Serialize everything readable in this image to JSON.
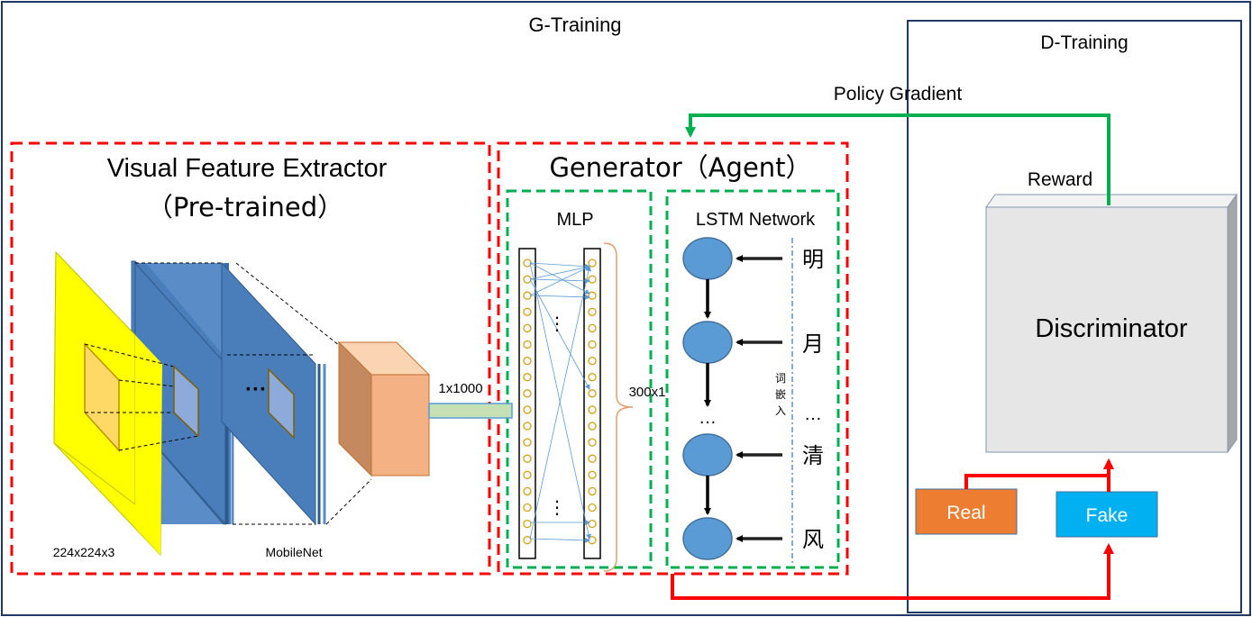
{
  "labels": {
    "g_training": "G-Training",
    "d_training": "D-Training",
    "policy_gradient": "Policy Gradient",
    "reward": "Reward",
    "vfe_title_line1": "Visual Feature Extractor",
    "vfe_title_line2": "（Pre-trained）",
    "generator_title": "Generator（Agent）",
    "mlp": "MLP",
    "lstm_network": "LSTM Network",
    "discriminator": "Discriminator",
    "real": "Real",
    "fake": "Fake",
    "input_size": "224x224x3",
    "mobilenet": "MobileNet",
    "feature_size": "1x1000",
    "mlp_output_size": "300x1",
    "conv_ellipsis": "···",
    "mlp_ellipsis": "⋮",
    "lstm_ellipsis": "…",
    "word_ellipsis": "…"
  },
  "words": [
    "明",
    "月",
    "清",
    "风"
  ],
  "embedding_label": [
    "词",
    "嵌",
    "入"
  ],
  "colors": {
    "outer_border": "#1f3864",
    "red_dash": "#ff0000",
    "green_dash": "#00b050",
    "green_arrow": "#00b050",
    "red_arrow": "#ff0000",
    "blue_layer": "#4a7ebb",
    "yellow_image": "#ffff00",
    "orange_cube": "#f4b183",
    "lstm_node": "#5b9bd5",
    "real_box": "#ed7d31",
    "fake_box": "#00b0f0",
    "discriminator": "#e7e6e6"
  }
}
